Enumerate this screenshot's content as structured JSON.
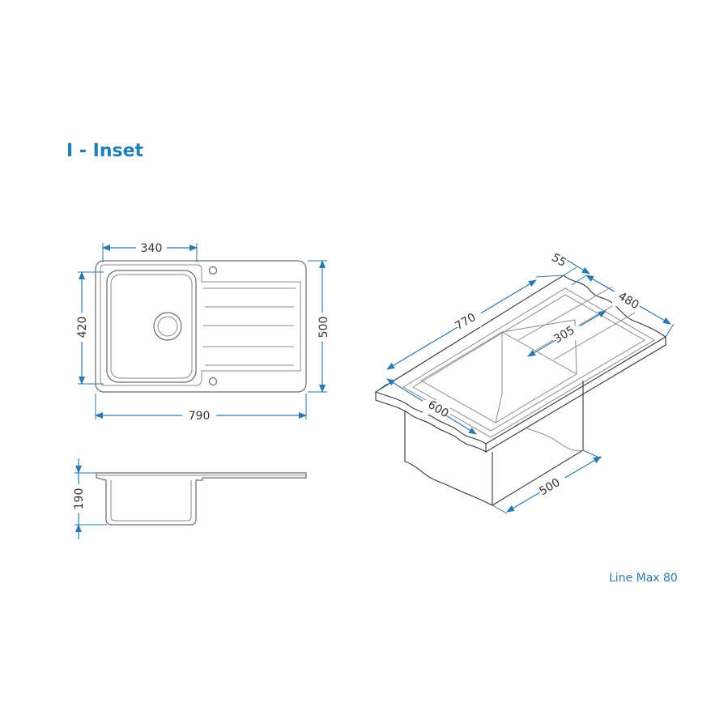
{
  "title": "I - Inset",
  "model": "Line Max 80",
  "colors": {
    "accent": "#2b79ad",
    "title": "#1f7fb4",
    "line": "#6a6a6a"
  },
  "dimensions": {
    "top_bowl_width": "340",
    "top_bowl_depth": "420",
    "top_overall_depth": "500",
    "top_overall_width": "790",
    "side_height": "190",
    "iso_edge": "55",
    "iso_length": "770",
    "iso_depth": "480",
    "iso_bowl": "305",
    "iso_front": "600",
    "iso_cabinet": "500"
  }
}
